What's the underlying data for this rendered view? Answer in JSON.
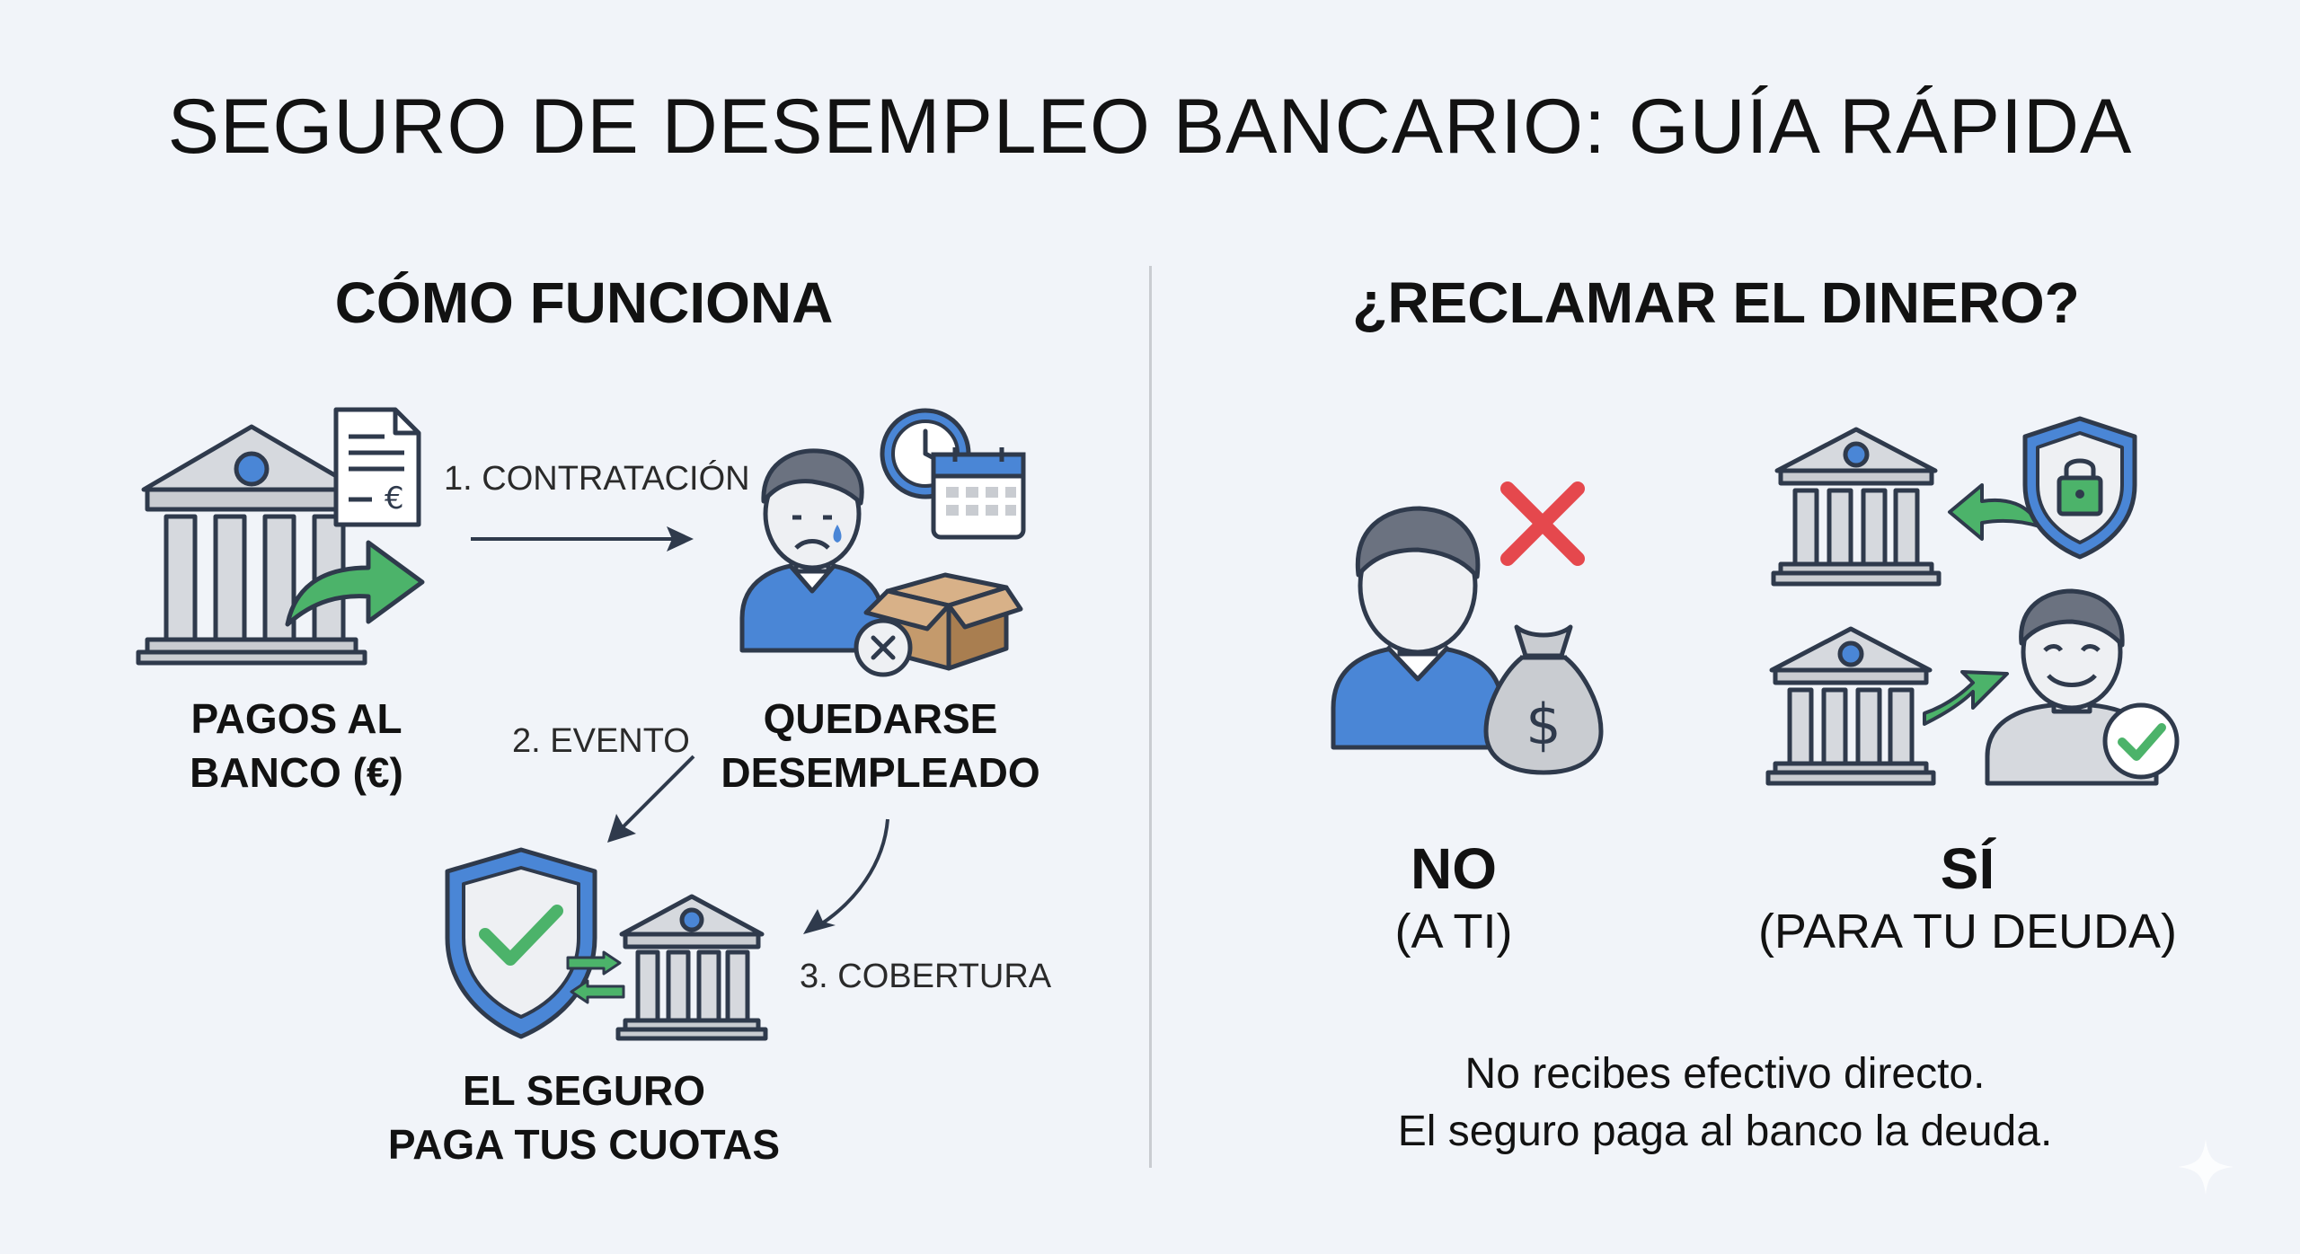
{
  "title": "SEGURO DE DESEMPLEO BANCARIO: GUÍA RÁPIDA",
  "left": {
    "heading": "CÓMO FUNCIONA",
    "nodes": {
      "payments": [
        "PAGOS AL",
        "BANCO (€)"
      ],
      "unemployed": [
        "QUEDARSE",
        "DESEMPLEADO"
      ],
      "insurance": [
        "EL SEGURO",
        "PAGA TUS CUOTAS"
      ]
    },
    "steps": {
      "contract": "1. CONTRATACIÓN",
      "event": "2. EVENTO",
      "coverage": "3. COBERTURA"
    }
  },
  "right": {
    "heading": "¿RECLAMAR EL DINERO?",
    "no": {
      "answer": "NO",
      "detail": "(A TI)"
    },
    "yes": {
      "answer": "SÍ",
      "detail": "(PARA TU DEUDA)"
    },
    "note": [
      "No recibes efectivo directo.",
      "El seguro paga al banco la deuda."
    ]
  },
  "icons": {
    "bank": "bank-icon",
    "document": "euro-document-icon",
    "arrow": "green-arrow-icon",
    "person": "person-icon",
    "clock": "clock-icon",
    "calendar": "calendar-icon",
    "box": "box-icon",
    "shield": "shield-check-icon",
    "cross": "red-x-icon",
    "money": "money-bag-icon",
    "lock_shield": "shield-lock-icon",
    "check": "check-badge-icon"
  },
  "colors": {
    "background": "#f1f4f9",
    "blue": "#4a86d6",
    "green": "#4cb36a",
    "red": "#e5484d",
    "gray": "#c9ccd1",
    "brown": "#c49a6c",
    "outline": "#2f3a4c"
  }
}
